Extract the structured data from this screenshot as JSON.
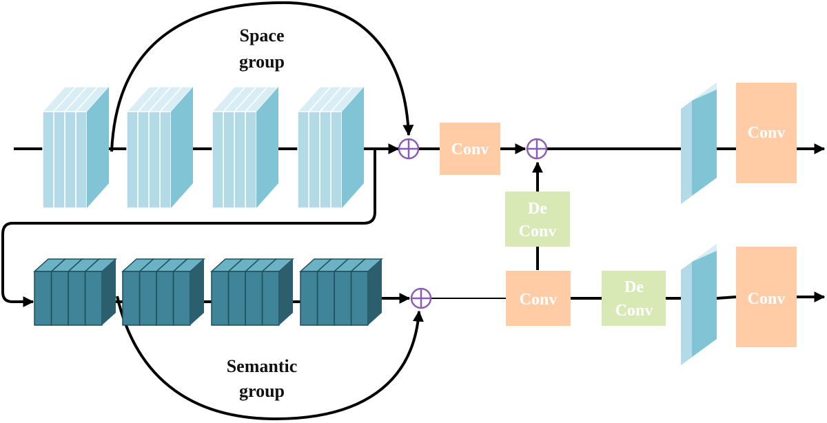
{
  "space_group": {
    "line1": "Space",
    "line2": "group"
  },
  "semantic_group": {
    "line1": "Semantic",
    "line2": "group"
  },
  "boxes": {
    "conv_top": "Conv",
    "conv_bottom": "Conv",
    "conv_right_top": "Conv",
    "conv_right_bottom": "Conv",
    "deconv_vertical": {
      "line1": "De",
      "line2": "Conv"
    },
    "deconv_bottom": {
      "line1": "De",
      "line2": "Conv"
    }
  },
  "colors": {
    "conv_fill": "#ffcca6",
    "deconv_fill": "#d8e9b6",
    "space_front": "#b2dbe7",
    "space_side": "#80c4d6",
    "space_top": "#d9eef4",
    "semantic_front": "#3f8499",
    "semantic_side": "#2c5f6e",
    "semantic_top": "#6bb2c4",
    "plus_node": "#8a5db5",
    "line": "#000000"
  },
  "icons": {
    "sum_node": "circled-plus-icon",
    "arrow": "arrow-head-icon"
  }
}
